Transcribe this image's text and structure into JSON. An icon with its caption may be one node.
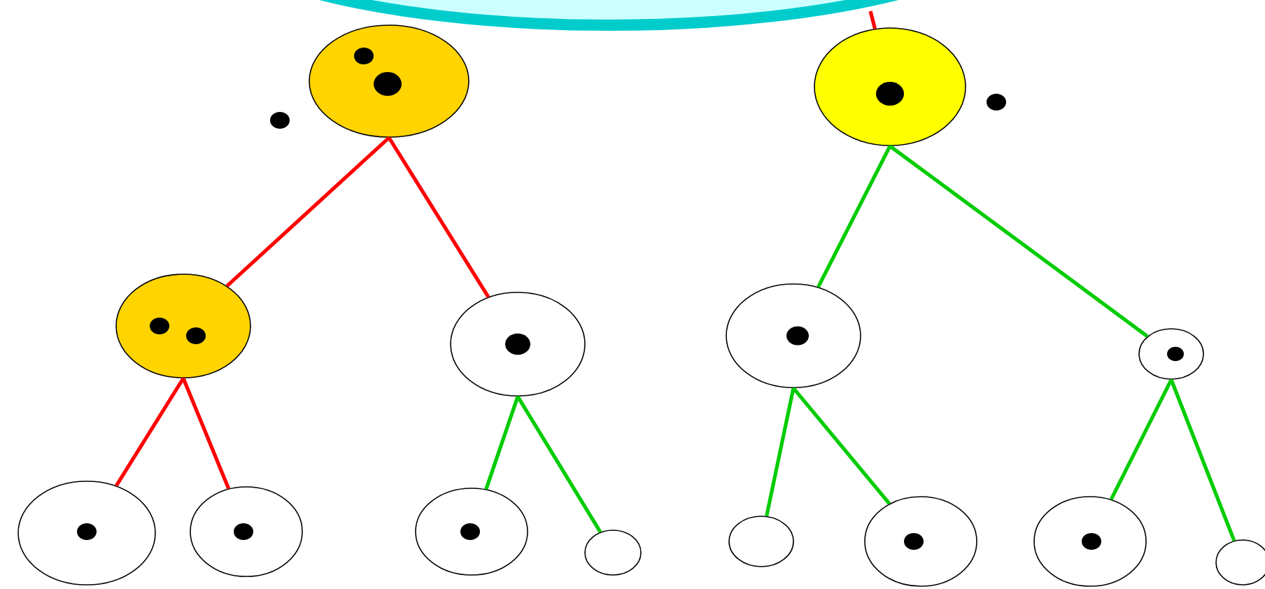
{
  "diagram": {
    "nodes": [
      {
        "text": [],
        "shape": "circle"
      },
      {
        "text": [],
        "shape": "circle"
      },
      {
        "text": [],
        "shape": "circle"
      },
      {
        "text": [],
        "shape": "circle"
      },
      {
        "text": [],
        "shape": "circle"
      },
      {
        "text": [],
        "shape": "circle"
      },
      {
        "text": [],
        "shape": "circle"
      },
      {
        "text": [],
        "shape": "circle"
      },
      {
        "text": [],
        "shape": "circle"
      },
      {
        "text": [],
        "shape": "circle"
      },
      {
        "text": [],
        "shape": "circle"
      },
      {
        "text": [],
        "shape": "circle"
      },
      {
        "text": [],
        "shape": "circle"
      },
      {
        "text": [],
        "shape": "circle"
      }
    ],
    "edges": [
      {
        "from": null,
        "to": 1,
        "arrow": "none",
        "color": "#ff0000"
      },
      {
        "from": 0,
        "to": 2,
        "arrow": "none",
        "color": "#ff0000"
      },
      {
        "from": 0,
        "to": 3,
        "arrow": "none",
        "color": "#ff0000"
      },
      {
        "from": 1,
        "to": 4,
        "arrow": "none"
      },
      {
        "from": 1,
        "to": 5,
        "arrow": "none"
      },
      {
        "from": 2,
        "to": 6,
        "arrow": "none",
        "color": "#ff0000"
      },
      {
        "from": 2,
        "to": 7,
        "arrow": "none",
        "color": "#ff0000"
      },
      {
        "from": 3,
        "to": 8,
        "arrow": "none"
      },
      {
        "from": 3,
        "to": 9,
        "arrow": "none"
      },
      {
        "from": 4,
        "to": 10,
        "arrow": "none"
      },
      {
        "from": 4,
        "to": 11,
        "arrow": "none"
      },
      {
        "from": 5,
        "to": 12,
        "arrow": "none"
      },
      {
        "from": 5,
        "to": 13,
        "arrow": "none"
      }
    ]
  }
}
